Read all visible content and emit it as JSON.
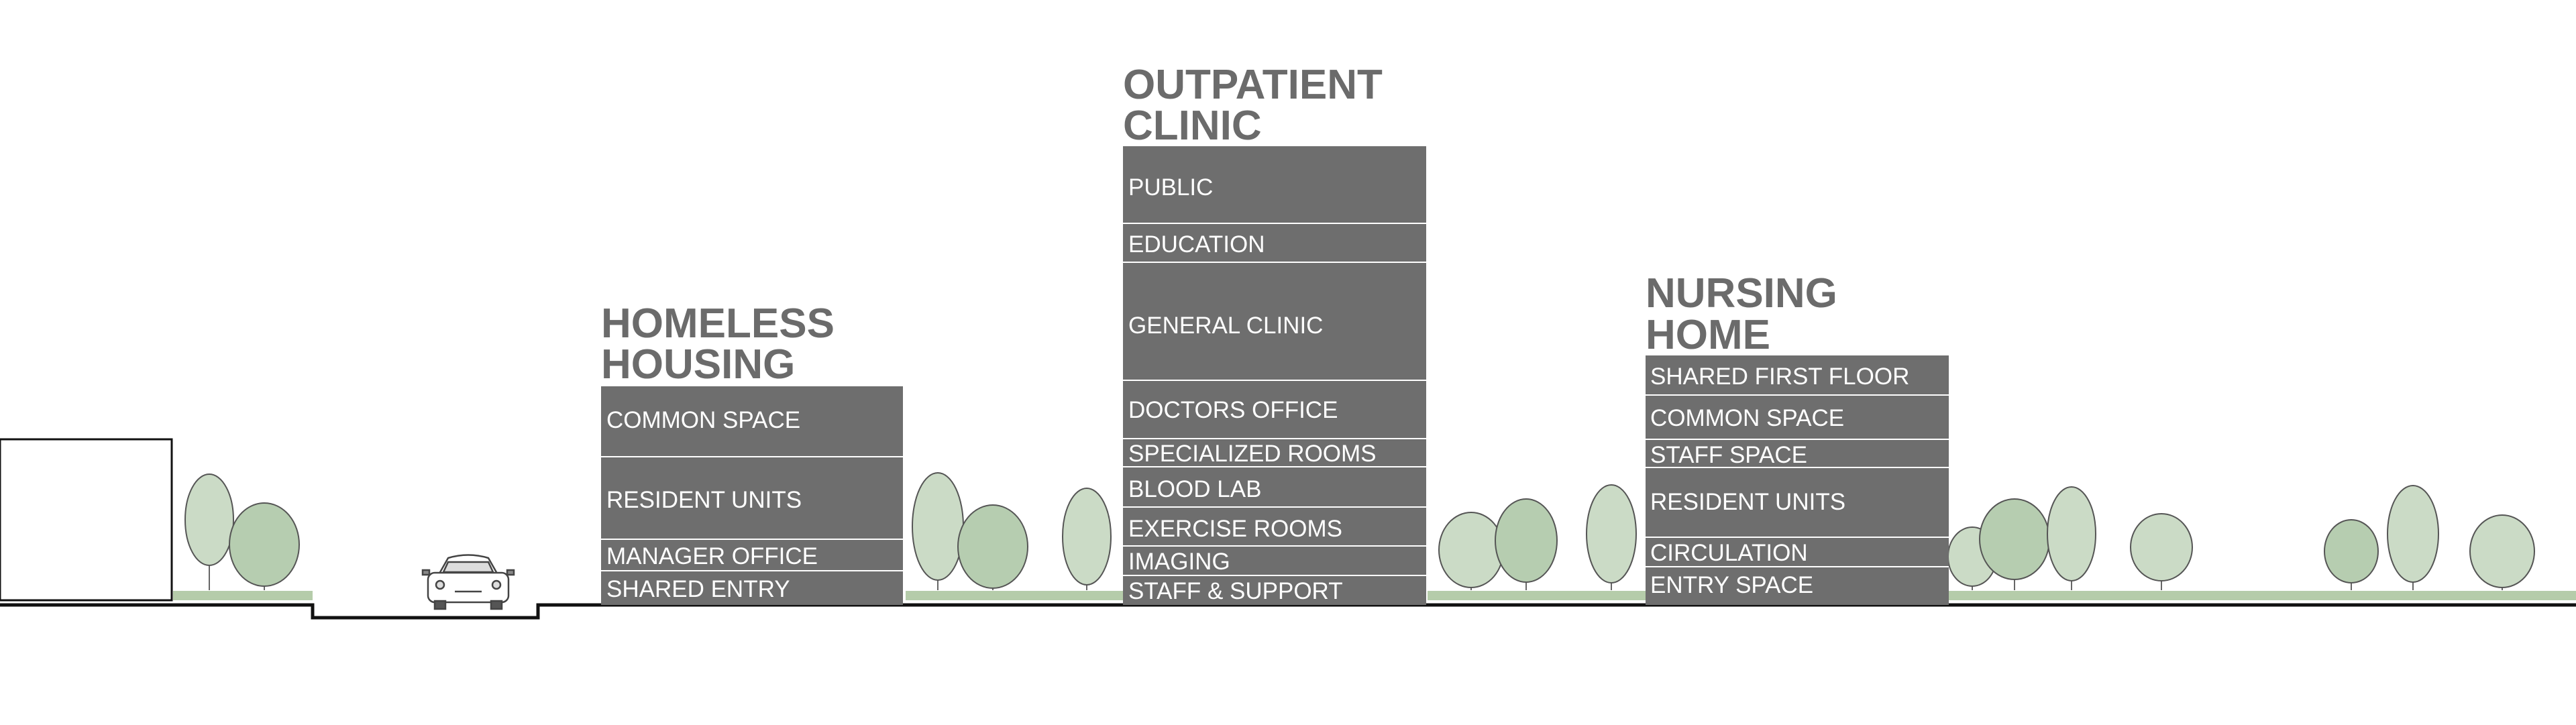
{
  "colors": {
    "block": "#6e6e6e",
    "block_divider": "#ffffff",
    "title": "#6b6b6b",
    "label": "#ffffff",
    "grass": "#b5ccaa",
    "tree_fill": "#cbdbc6",
    "tree_fill_dark": "#b6cdb0",
    "ground": "#111111"
  },
  "buildings": [
    {
      "id": "homeless-housing",
      "title_lines": [
        "HOMELESS",
        "HOUSING"
      ],
      "floors": [
        "COMMON SPACE",
        "RESIDENT UNITS",
        "MANAGER OFFICE",
        "SHARED ENTRY"
      ]
    },
    {
      "id": "outpatient-clinic",
      "title_lines": [
        "OUTPATIENT",
        "CLINIC"
      ],
      "floors": [
        "PUBLIC",
        "EDUCATION",
        "GENERAL CLINIC",
        "DOCTORS OFFICE",
        "SPECIALIZED ROOMS",
        "BLOOD LAB",
        "EXERCISE ROOMS",
        "IMAGING",
        "STAFF & SUPPORT"
      ]
    },
    {
      "id": "nursing-home",
      "title_lines": [
        "NURSING",
        "HOME"
      ],
      "floors": [
        "SHARED FIRST FLOOR",
        "COMMON SPACE",
        "STAFF SPACE",
        "RESIDENT UNITS",
        "CIRCULATION",
        "ENTRY SPACE"
      ]
    }
  ]
}
